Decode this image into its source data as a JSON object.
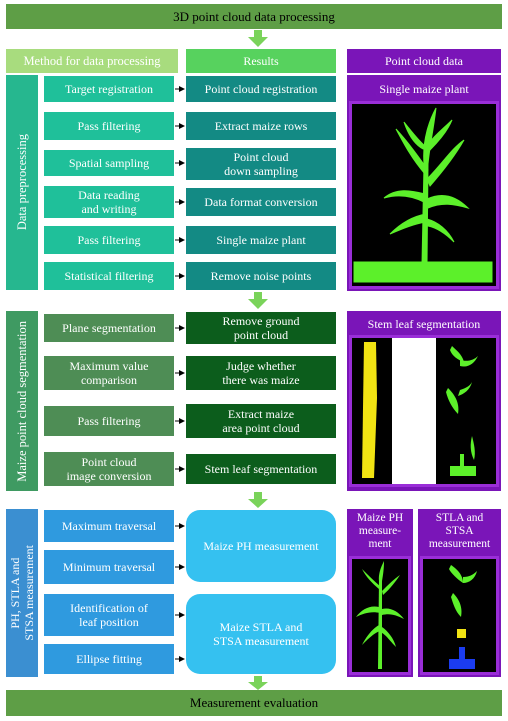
{
  "top_title": "3D point cloud data processing",
  "bottom_title": "Measurement evaluation",
  "headers": {
    "method": "Method for data processing",
    "results": "Results",
    "point_cloud": "Point cloud data"
  },
  "section1": {
    "label": "Data preprocessing",
    "methods": [
      "Target registration",
      "Pass filtering",
      "Spatial sampling",
      "Data reading\nand writing",
      "Pass filtering",
      "Statistical filtering"
    ],
    "results": [
      "Point cloud registration",
      "Extract maize rows",
      "Point cloud\ndown sampling",
      "Data format conversion",
      "Single maize plant",
      "Remove noise points"
    ],
    "image_title": "Single maize plant"
  },
  "section2": {
    "label": "Maize point cloud segmentation",
    "methods": [
      "Plane segmentation",
      "Maximum value\ncomparison",
      "Pass filtering",
      "Point cloud\nimage conversion"
    ],
    "results": [
      "Remove ground\npoint cloud",
      "Judge whether\nthere was maize",
      "Extract maize\narea point cloud",
      "Stem leaf segmentation"
    ],
    "image_title": "Stem leaf segmentation"
  },
  "section3": {
    "label": "PH, STLA and\nSTSA measurement",
    "methods": [
      "Maximum traversal",
      "Minimum traversal",
      "Identification of\nleaf position",
      "Ellipse fitting"
    ],
    "results": [
      "Maize PH measurement",
      "Maize STLA and\nSTSA measurement"
    ],
    "image_titles": [
      "Maize PH\nmeasure-\nment",
      "STLA and\nSTSA\nmeasurement"
    ]
  },
  "colors": {
    "plant_green": "#5cf02a",
    "stem_yellow": "#f1e313",
    "purple": "#7a15b8",
    "blue": "#1b3cf0"
  }
}
